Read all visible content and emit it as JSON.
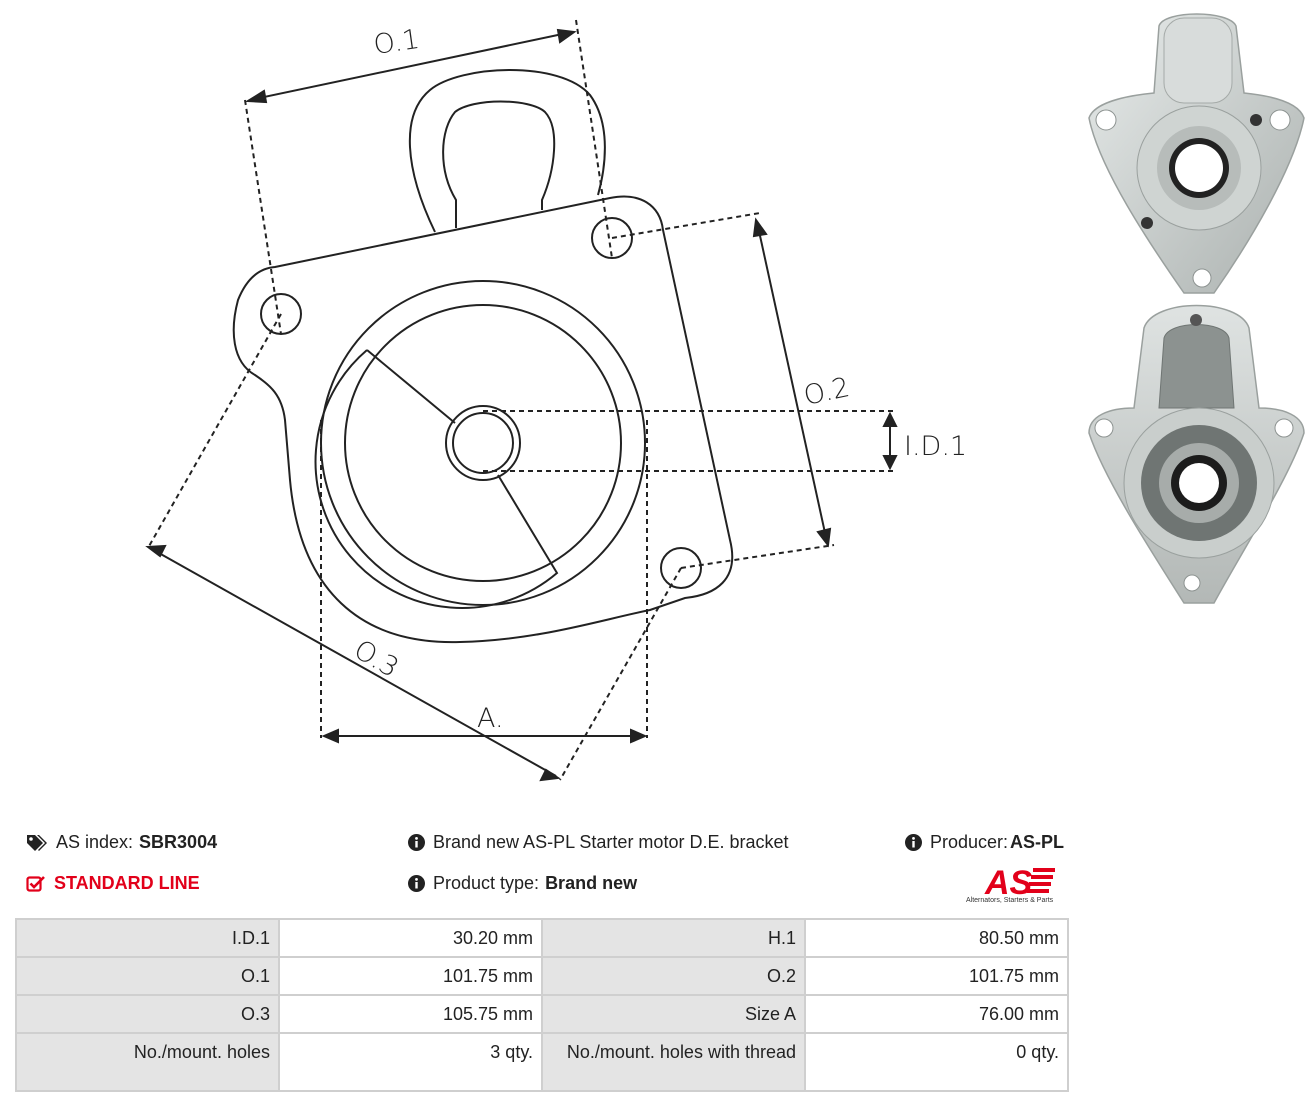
{
  "diagram": {
    "labels": {
      "o1": "O.1",
      "o2": "O.2",
      "o3": "O.3",
      "id1": "I.D.1",
      "a": "A."
    }
  },
  "product": {
    "index_label": "AS index:",
    "index_value": "SBR3004",
    "line": "STANDARD LINE",
    "description": "Brand new AS-PL Starter motor D.E. bracket",
    "type_label": "Product type:",
    "type_value": "Brand new",
    "producer_label": "Producer:",
    "producer_value": "AS-PL"
  },
  "logo": {
    "mark": "AS",
    "tagline": "Alternators, Starters & Parts"
  },
  "specs": [
    [
      {
        "label": "I.D.1",
        "value": "30.20 mm"
      },
      {
        "label": "H.1",
        "value": "80.50 mm"
      }
    ],
    [
      {
        "label": "O.1",
        "value": "101.75 mm"
      },
      {
        "label": "O.2",
        "value": "101.75 mm"
      }
    ],
    [
      {
        "label": "O.3",
        "value": "105.75 mm"
      },
      {
        "label": "Size A",
        "value": "76.00 mm"
      }
    ],
    [
      {
        "label": "No./mount. holes",
        "value": "3 qty."
      },
      {
        "label": "No./mount. holes with thread",
        "value": "0 qty."
      }
    ]
  ],
  "colors": {
    "accent": "#e2001a",
    "label_bg": "#e4e4e4",
    "border": "#cfcfcf"
  },
  "icons": {
    "index": "tags-icon",
    "line": "check-square-icon",
    "info": "info-circle-icon"
  }
}
